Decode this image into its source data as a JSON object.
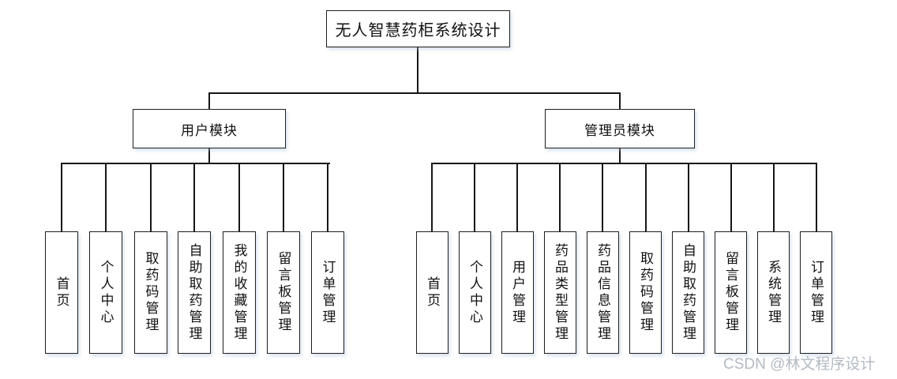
{
  "diagram": {
    "root": {
      "label": "无人智慧药柜系统设计"
    },
    "modules": [
      {
        "label": "用户模块",
        "children": [
          "首页",
          "个人中心",
          "取药码管理",
          "自助取药管理",
          "我的收藏管理",
          "留言板管理",
          "订单管理"
        ]
      },
      {
        "label": "管理员模块",
        "children": [
          "首页",
          "个人中心",
          "用户管理",
          "药品类型管理",
          "药品信息管理",
          "取药码管理",
          "自助取药管理",
          "留言板管理",
          "系统管理",
          "订单管理"
        ]
      }
    ]
  },
  "watermark": {
    "text": "CSDN @林文程序设计"
  },
  "colors": {
    "background": "#ffffff",
    "line": "#161616",
    "box_border": "#1f1f1f",
    "box_fill": "#ffffff",
    "watermark": "#b3bac3"
  }
}
